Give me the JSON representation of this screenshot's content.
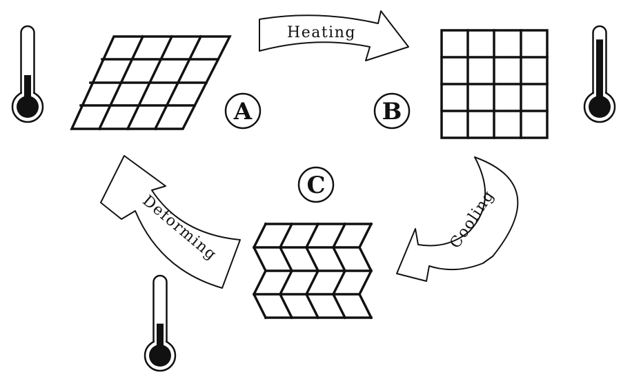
{
  "phases": [
    {
      "id": "A",
      "label": "A"
    },
    {
      "id": "B",
      "label": "B"
    },
    {
      "id": "C",
      "label": "C"
    }
  ],
  "transitions": [
    {
      "from": "A",
      "to": "B",
      "label": "Heating"
    },
    {
      "from": "B",
      "to": "C",
      "label": "Cooling"
    },
    {
      "from": "C",
      "to": "A",
      "label": "Deforming"
    }
  ],
  "thermometers": [
    {
      "name": "thermometer-low-a",
      "fill_level": 0.33
    },
    {
      "name": "thermometer-high-b",
      "fill_level": 0.88
    },
    {
      "name": "thermometer-low-c",
      "fill_level": 0.33
    }
  ],
  "colors": {
    "ink": "#111111",
    "background": "#ffffff"
  }
}
